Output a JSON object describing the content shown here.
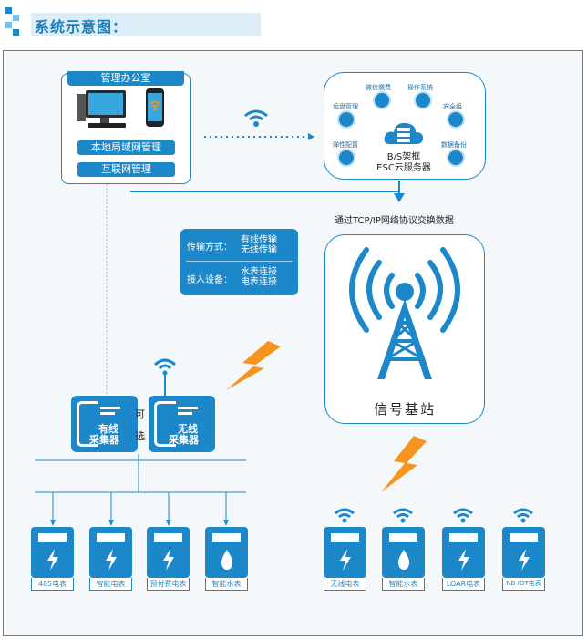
{
  "header": {
    "title": "系统示意图："
  },
  "office": {
    "title": "管理办公室",
    "lan_label": "本地局域网管理",
    "internet_label": "互联网管理"
  },
  "server": {
    "services": [
      "微信缴费",
      "操作系统",
      "远盘管理",
      "安全组",
      "弹性配置",
      "数据备份"
    ],
    "name_line1": "B/S架框",
    "name_line2": "ESC云服务器"
  },
  "protocol_caption": "通过TCP/IP网络协议交换数据",
  "info_box": {
    "transfer_label": "传输方式：",
    "transfer_values": [
      "有线传输",
      "无线传输"
    ],
    "device_label": "接入设备：",
    "device_values": [
      "水表连接",
      "电表连接"
    ]
  },
  "tower": {
    "label": "信号基站"
  },
  "collectors": {
    "wired": [
      "有线",
      "采集器"
    ],
    "wireless": [
      "无线",
      "采集器"
    ],
    "optional": [
      "可",
      "选"
    ]
  },
  "wired_meters": [
    {
      "label": "485电表",
      "icon": "lightning-icon"
    },
    {
      "label": "智能电表",
      "icon": "lightning-icon"
    },
    {
      "label": "预付费电表",
      "icon": "lightning-icon"
    },
    {
      "label": "智能水表",
      "icon": "water-drop-icon"
    }
  ],
  "wireless_meters": [
    {
      "label": "无线电表",
      "icon": "lightning-icon"
    },
    {
      "label": "智能水表",
      "icon": "water-drop-icon"
    },
    {
      "label": "LOAR电表",
      "icon": "lightning-icon"
    },
    {
      "label": "NB-IOT电表",
      "icon": "lightning-icon"
    }
  ],
  "colors": {
    "primary": "#1c87c9",
    "accent": "#f7941d",
    "header_bg": "#dcedf7"
  }
}
